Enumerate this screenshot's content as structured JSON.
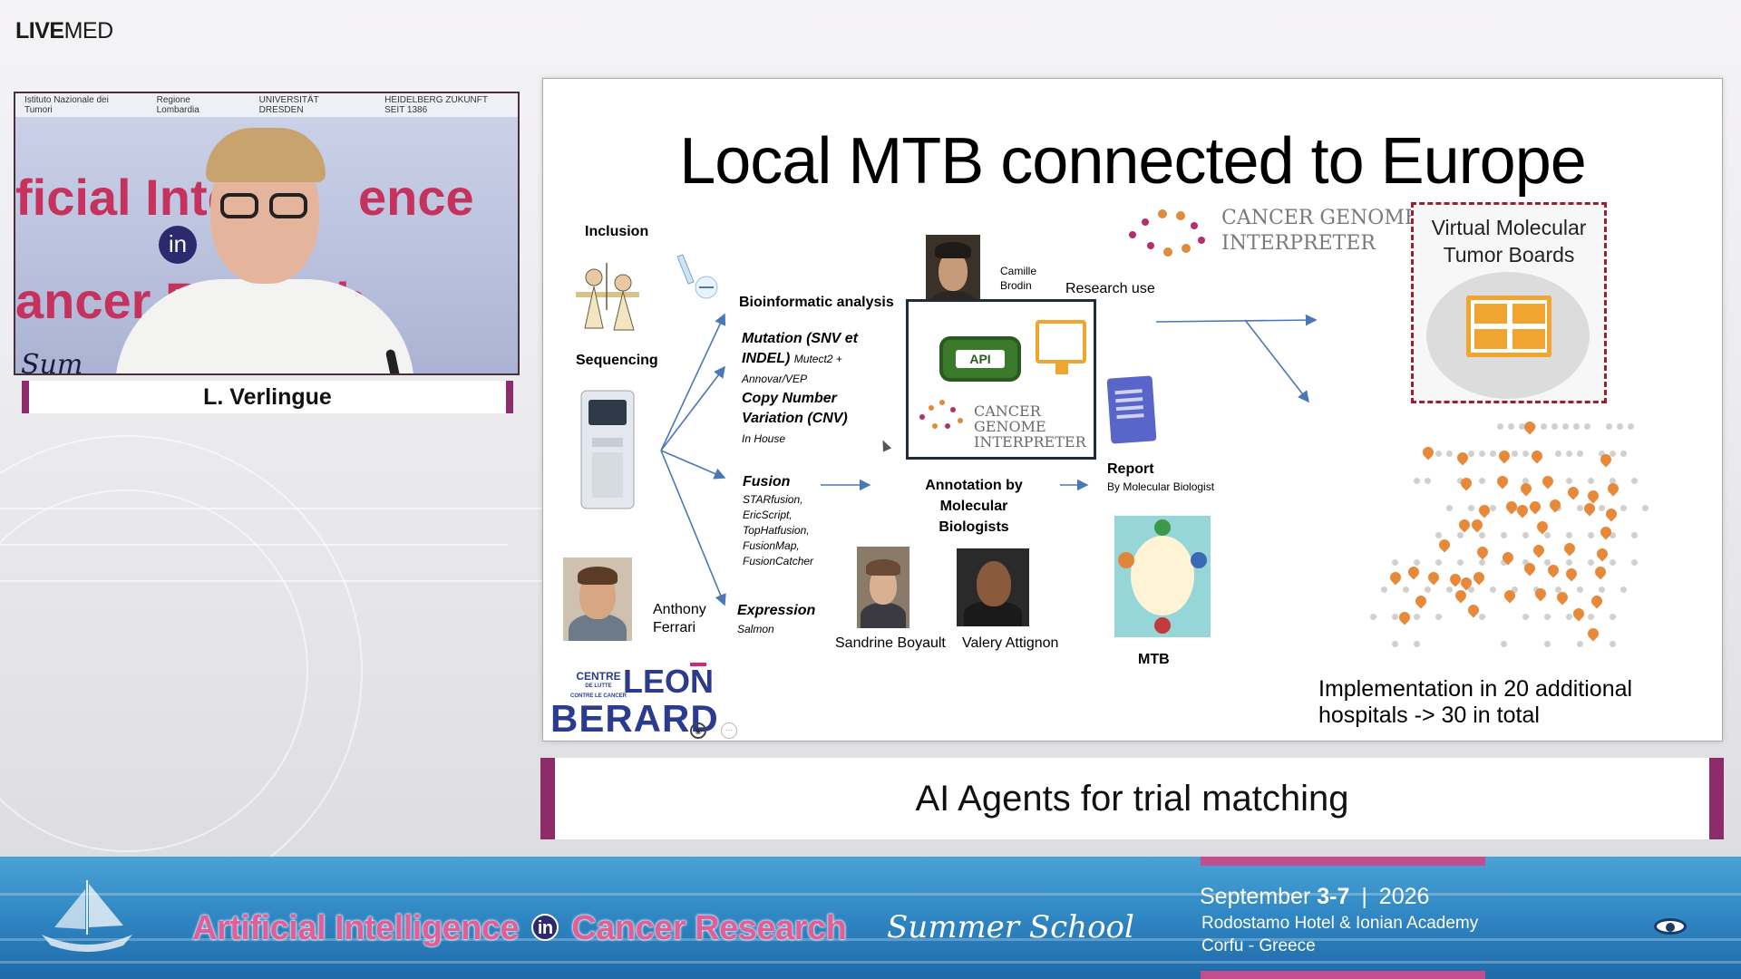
{
  "brand": {
    "bold": "LIVE",
    "light": "MED"
  },
  "video": {
    "logos": [
      "Istituto Nazionale dei Tumori",
      "Regione Lombardia",
      "UNIVERSITÄT DRESDEN",
      "HEIDELBERG ZUKUNFT SEIT 1386"
    ],
    "backdrop_line1": "ficial Inte",
    "backdrop_line1b": "ence",
    "backdrop_in": "in",
    "backdrop_line2": "ancer R",
    "backdrop_line2b": "ch",
    "backdrop_summer": "Sum"
  },
  "speaker": {
    "name": "L. Verlingue"
  },
  "slide": {
    "title": "Local MTB connected to Europe",
    "inclusion": "Inclusion",
    "sequencing": "Sequencing",
    "bioinformatic": "Bioinformatic analysis",
    "mutation_title": "Mutation (SNV et INDEL)",
    "mutation_tools": "Mutect2 + Annovar/VEP",
    "cnv_title": "Copy Number Variation (CNV)",
    "cnv_tools": "In House",
    "fusion_title": "Fusion",
    "fusion_tools": [
      "STARfusion,",
      "EricScript,",
      "TopHatfusion,",
      "FusionMap,",
      "FusionCatcher"
    ],
    "expression_title": "Expression",
    "expression_tools": "Salmon",
    "anthony": [
      "Anthony",
      "Ferrari"
    ],
    "camille": [
      "Camille",
      "Brodin"
    ],
    "research_use": "Research use",
    "api_label": "API",
    "cgi_mini": [
      "CANCER GENOME",
      "INTERPRETER"
    ],
    "cgi_logo": [
      "CANCER GENOME",
      "INTERPRETER"
    ],
    "annotation": [
      "Annotation by",
      "Molecular",
      "Biologists"
    ],
    "sandrine": "Sandrine Boyault",
    "valery": "Valery Attignon",
    "report": "Report",
    "report_by": "By Molecular Biologist",
    "mtb": "MTB",
    "vmtb": [
      "Virtual Molecular",
      "Tumor Boards"
    ],
    "implementation": [
      "Implementation in 20 additional",
      "hospitals -> 30 in total"
    ],
    "leon_centre": [
      "CENTRE",
      "DE LUTTE",
      "CONTRE LE CANCER"
    ],
    "leon_word": "LEON",
    "berard_word": "BERARD"
  },
  "caption": {
    "text": "AI Agents for trial matching"
  },
  "footer": {
    "title_part1": "Artificial Intelligence",
    "title_in": "in",
    "title_part2": "Cancer Research",
    "summer": "Summer School",
    "date_month": "September",
    "date_days": "3-7",
    "date_year": "2026",
    "venue_line1": "Rodostamo Hotel & Ionian Academy",
    "venue_line2": "Corfu - Greece"
  },
  "colors": {
    "accent_magenta": "#8e2b6b",
    "footer_pink": "#e05f96",
    "footer_blue": "#2f86c2",
    "orange_icon": "#f0a530",
    "dashed_red": "#9a2230",
    "leon_blue": "#2b3b8f"
  }
}
